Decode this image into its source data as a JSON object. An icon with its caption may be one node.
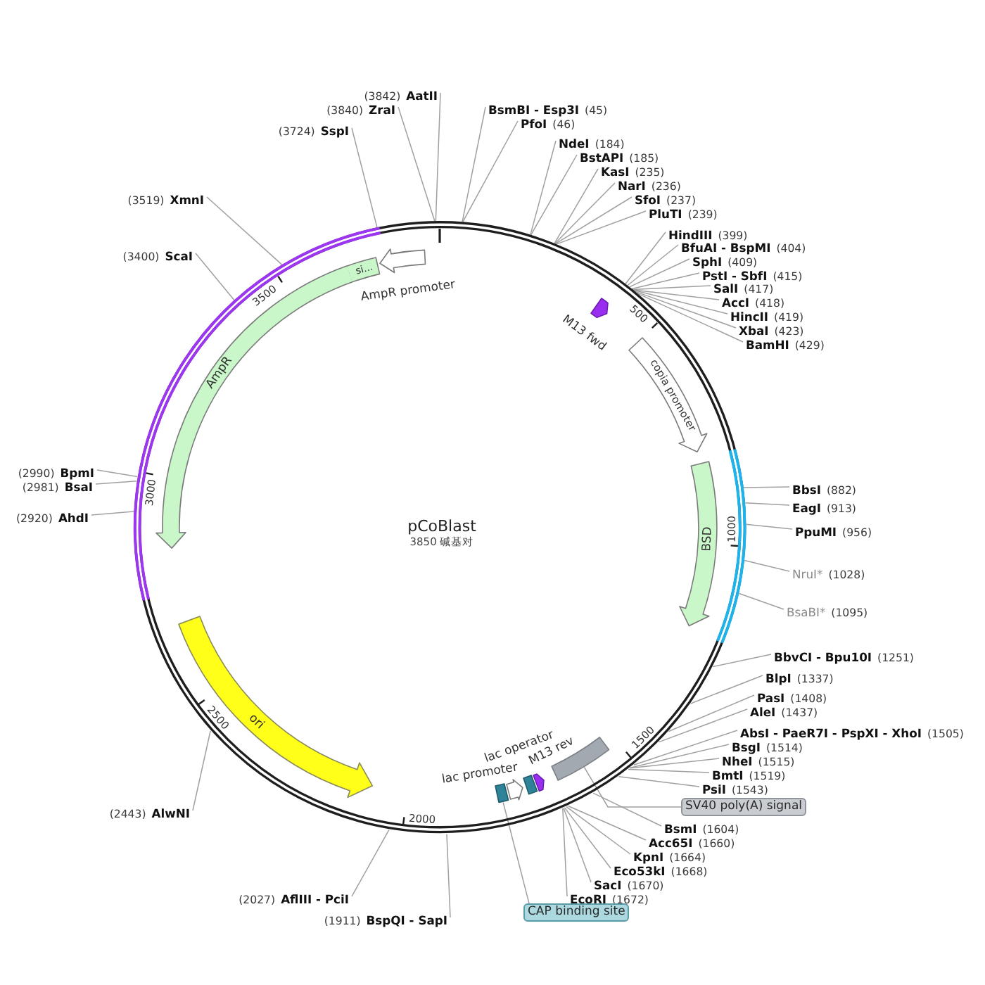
{
  "diagram": {
    "title": "pCoBlast",
    "nodes": [
      {
        "text": [
          "BsmBI - Esp3I",
          "(45)"
        ]
      },
      {
        "text": [
          "PfoI",
          "(46)"
        ]
      },
      {
        "text": [
          "NdeI",
          "(184)"
        ]
      },
      {
        "text": [
          "BstAPI",
          "(185)"
        ]
      },
      {
        "text": [
          "KasI",
          "(235)"
        ]
      },
      {
        "text": [
          "NarI",
          "(236)"
        ]
      },
      {
        "text": [
          "SfoI",
          "(237)"
        ]
      },
      {
        "text": [
          "PluTI",
          "(239)"
        ]
      },
      {
        "text": [
          "HindIII",
          "(399)"
        ]
      },
      {
        "text": [
          "BfuAI - BspMI",
          "(404)"
        ]
      },
      {
        "text": [
          "SphI",
          "(409)"
        ]
      },
      {
        "text": [
          "PstI - SbfI",
          "(415)"
        ]
      },
      {
        "text": [
          "SalI",
          "(417)"
        ]
      },
      {
        "text": [
          "AccI",
          "(418)"
        ]
      },
      {
        "text": [
          "HincII",
          "(419)"
        ]
      },
      {
        "text": [
          "XbaI",
          "(423)"
        ]
      },
      {
        "text": [
          "BamHI",
          "(429)"
        ]
      },
      {
        "text": [
          "BbsI",
          "(882)"
        ]
      },
      {
        "text": [
          "EagI",
          "(913)"
        ]
      },
      {
        "text": [
          "PpuMI",
          "(956)"
        ]
      },
      {
        "text": [
          "NruI*",
          "(1028)"
        ]
      },
      {
        "text": [
          "BsaBI*",
          "(1095)"
        ]
      },
      {
        "text": [
          "BbvCI - Bpu10I",
          "(1251)"
        ]
      },
      {
        "text": [
          "BlpI",
          "(1337)"
        ]
      },
      {
        "text": [
          "PasI",
          "(1408)"
        ]
      },
      {
        "text": [
          "AleI",
          "(1437)"
        ]
      },
      {
        "text": [
          "AbsI - PaeR7I - PspXI - XhoI",
          "(1505)"
        ]
      },
      {
        "text": [
          "BsgI",
          "(1514)"
        ]
      },
      {
        "text": [
          "NheI",
          "(1515)"
        ]
      },
      {
        "text": [
          "BmtI",
          "(1519)"
        ]
      },
      {
        "text": [
          "PsiI",
          "(1543)"
        ]
      },
      {
        "text": [
          "BsmI",
          "(1604)"
        ]
      },
      {
        "text": [
          "Acc65I",
          "(1660)"
        ]
      },
      {
        "text": [
          "KpnI",
          "(1664)"
        ]
      },
      {
        "text": [
          "Eco53kI",
          "(1668)"
        ]
      },
      {
        "text": [
          "SacI",
          "(1670)"
        ]
      },
      {
        "text": [
          "EcoRI",
          "(1672)"
        ]
      },
      {
        "text": [
          "(1911)",
          "BspQI - SapI"
        ]
      },
      {
        "text": [
          "(2027)",
          "AflIII - PciI"
        ]
      },
      {
        "text": [
          "(2443)",
          "AlwNI"
        ]
      },
      {
        "text": [
          "(2920)",
          "AhdI"
        ]
      },
      {
        "text": [
          "(2981)",
          "BsaI"
        ]
      },
      {
        "text": [
          "(2990)",
          "BpmI"
        ]
      },
      {
        "text": [
          "(3400)",
          "ScaI"
        ]
      },
      {
        "text": [
          "(3519)",
          "XmnI"
        ]
      },
      {
        "text": [
          "(3724)",
          "SspI"
        ]
      },
      {
        "text": [
          "(3840)",
          "ZraI"
        ]
      },
      {
        "text": [
          "(3842)",
          "AatII"
        ]
      },
      {
        "text": [],
        "shape": "circle"
      },
      {
        "text": [],
        "shape": "arrow",
        "in": 48
      },
      {
        "text": [
          "si..."
        ],
        "in": 48
      },
      {
        "text": [
          "AmpR"
        ],
        "in": 48
      },
      {
        "text": [
          "ori"
        ],
        "in": 48
      },
      {
        "text": [],
        "shape": "arrow",
        "beside": [
          "M13 fwd"
        ],
        "in": 48
      },
      {
        "text": [
          "copia promoter"
        ],
        "in": 48
      },
      {
        "text": [
          "BSD"
        ],
        "in": 48
      },
      {
        "text": [],
        "shape": "box",
        "in": 48
      },
      {
        "text": [],
        "shape": "arrow",
        "in": 48
      },
      {
        "text": [],
        "shape": "box",
        "in": 48
      },
      {
        "text": [],
        "shape": "arrow",
        "beside": [
          "lac promoter"
        ],
        "in": 48
      },
      {
        "text": [],
        "shape": "box",
        "in": 48
      },
      {
        "text": [
          "SV40 poly(A) signal"
        ]
      },
      {
        "text": [
          "CAP binding site"
        ]
      }
    ],
    "edges": [
      {
        "from": 0,
        "to": 48,
        "arrow": "none"
      },
      {
        "from": 1,
        "to": 48,
        "arrow": "none"
      },
      {
        "from": 2,
        "to": 48,
        "arrow": "none"
      },
      {
        "from": 3,
        "to": 48,
        "arrow": "none"
      },
      {
        "from": 4,
        "to": 48,
        "arrow": "none"
      },
      {
        "from": 5,
        "to": 48,
        "arrow": "none"
      },
      {
        "from": 6,
        "to": 48,
        "arrow": "none"
      },
      {
        "from": 7,
        "to": 48,
        "arrow": "none"
      },
      {
        "from": 8,
        "to": 48,
        "arrow": "none"
      },
      {
        "from": 9,
        "to": 48,
        "arrow": "none"
      },
      {
        "from": 10,
        "to": 48,
        "arrow": "none"
      },
      {
        "from": 11,
        "to": 48,
        "arrow": "none"
      },
      {
        "from": 12,
        "to": 48,
        "arrow": "none"
      },
      {
        "from": 13,
        "to": 48,
        "arrow": "none"
      },
      {
        "from": 14,
        "to": 48,
        "arrow": "none"
      },
      {
        "from": 15,
        "to": 48,
        "arrow": "none"
      },
      {
        "from": 16,
        "to": 48,
        "arrow": "none"
      },
      {
        "from": 17,
        "to": 48,
        "arrow": "none"
      },
      {
        "from": 18,
        "to": 48,
        "arrow": "none"
      },
      {
        "from": 19,
        "to": 48,
        "arrow": "none"
      },
      {
        "from": 20,
        "to": 48,
        "arrow": "none"
      },
      {
        "from": 21,
        "to": 48,
        "arrow": "none"
      },
      {
        "from": 22,
        "to": 48,
        "arrow": "none"
      },
      {
        "from": 23,
        "to": 48,
        "arrow": "none"
      },
      {
        "from": 24,
        "to": 48,
        "arrow": "none"
      },
      {
        "from": 25,
        "to": 48,
        "arrow": "none"
      },
      {
        "from": 26,
        "to": 48,
        "arrow": "none"
      },
      {
        "from": 27,
        "to": 48,
        "arrow": "none"
      },
      {
        "from": 28,
        "to": 48,
        "arrow": "none"
      },
      {
        "from": 29,
        "to": 48,
        "arrow": "none"
      },
      {
        "from": 30,
        "to": 48,
        "arrow": "none"
      },
      {
        "from": 31,
        "to": 48,
        "arrow": "none"
      },
      {
        "from": 32,
        "to": 48,
        "arrow": "none"
      },
      {
        "from": 33,
        "to": 48,
        "arrow": "none"
      },
      {
        "from": 34,
        "to": 48,
        "arrow": "none"
      },
      {
        "from": 35,
        "to": 48,
        "arrow": "none"
      },
      {
        "from": 36,
        "to": 48,
        "arrow": "none"
      },
      {
        "from": 37,
        "to": 48,
        "arrow": "none"
      },
      {
        "from": 38,
        "to": 48,
        "arrow": "none"
      },
      {
        "from": 39,
        "to": 48,
        "arrow": "none"
      },
      {
        "from": 40,
        "to": 48,
        "arrow": "none"
      },
      {
        "from": 41,
        "to": 48,
        "arrow": "none"
      },
      {
        "from": 42,
        "to": 48,
        "arrow": "none"
      },
      {
        "from": 43,
        "to": 48,
        "arrow": "none"
      },
      {
        "from": 44,
        "to": 48,
        "arrow": "none"
      },
      {
        "from": 45,
        "to": 48,
        "arrow": "none"
      },
      {
        "from": 46,
        "to": 48,
        "arrow": "none"
      },
      {
        "from": 47,
        "to": 48,
        "arrow": "none"
      },
      {
        "from": 61,
        "to": 56,
        "arrow": "none"
      },
      {
        "from": 62,
        "to": 60,
        "arrow": "none"
      }
    ],
    "labels": [
      "3850 碱基对",
      "500",
      "1000",
      "1500",
      "2000",
      "2500",
      "3000",
      "3500",
      "AmpR promoter",
      "lac operator",
      "M13 rev"
    ]
  }
}
